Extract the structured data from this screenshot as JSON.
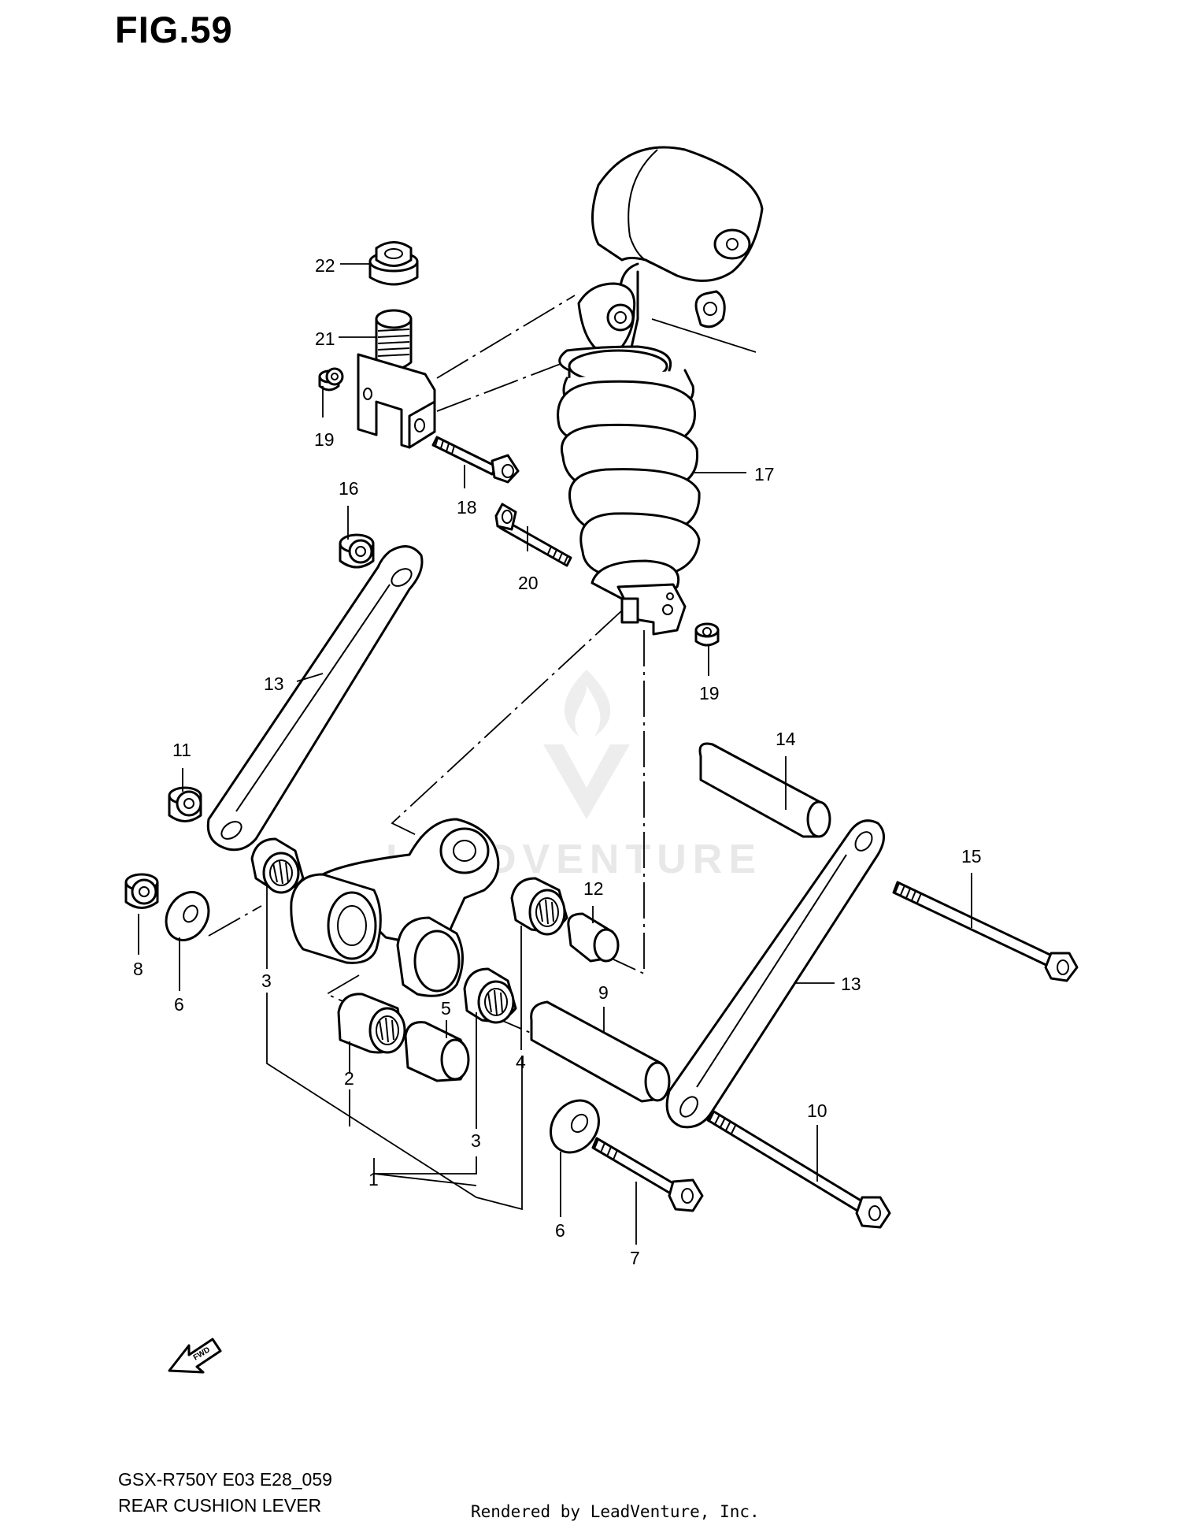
{
  "figure": {
    "title": "FIG.59"
  },
  "watermark": {
    "text": "LEADVENTURE"
  },
  "fwd_marker": {
    "label": "FWD"
  },
  "callouts": {
    "c1": "1",
    "c2": "2",
    "c3a": "3",
    "c3b": "3",
    "c4": "4",
    "c5": "5",
    "c6a": "6",
    "c6b": "6",
    "c7": "7",
    "c8": "8",
    "c9": "9",
    "c10": "10",
    "c11": "11",
    "c12": "12",
    "c13a": "13",
    "c13b": "13",
    "c14": "14",
    "c15": "15",
    "c16": "16",
    "c17": "17",
    "c18": "18",
    "c19a": "19",
    "c19b": "19",
    "c20": "20",
    "c21": "21",
    "c22": "22"
  },
  "footer": {
    "model_code": "GSX-R750Y E03 E28_059",
    "section_name": "REAR CUSHION LEVER",
    "rendered_by": "Rendered by LeadVenture, Inc."
  }
}
